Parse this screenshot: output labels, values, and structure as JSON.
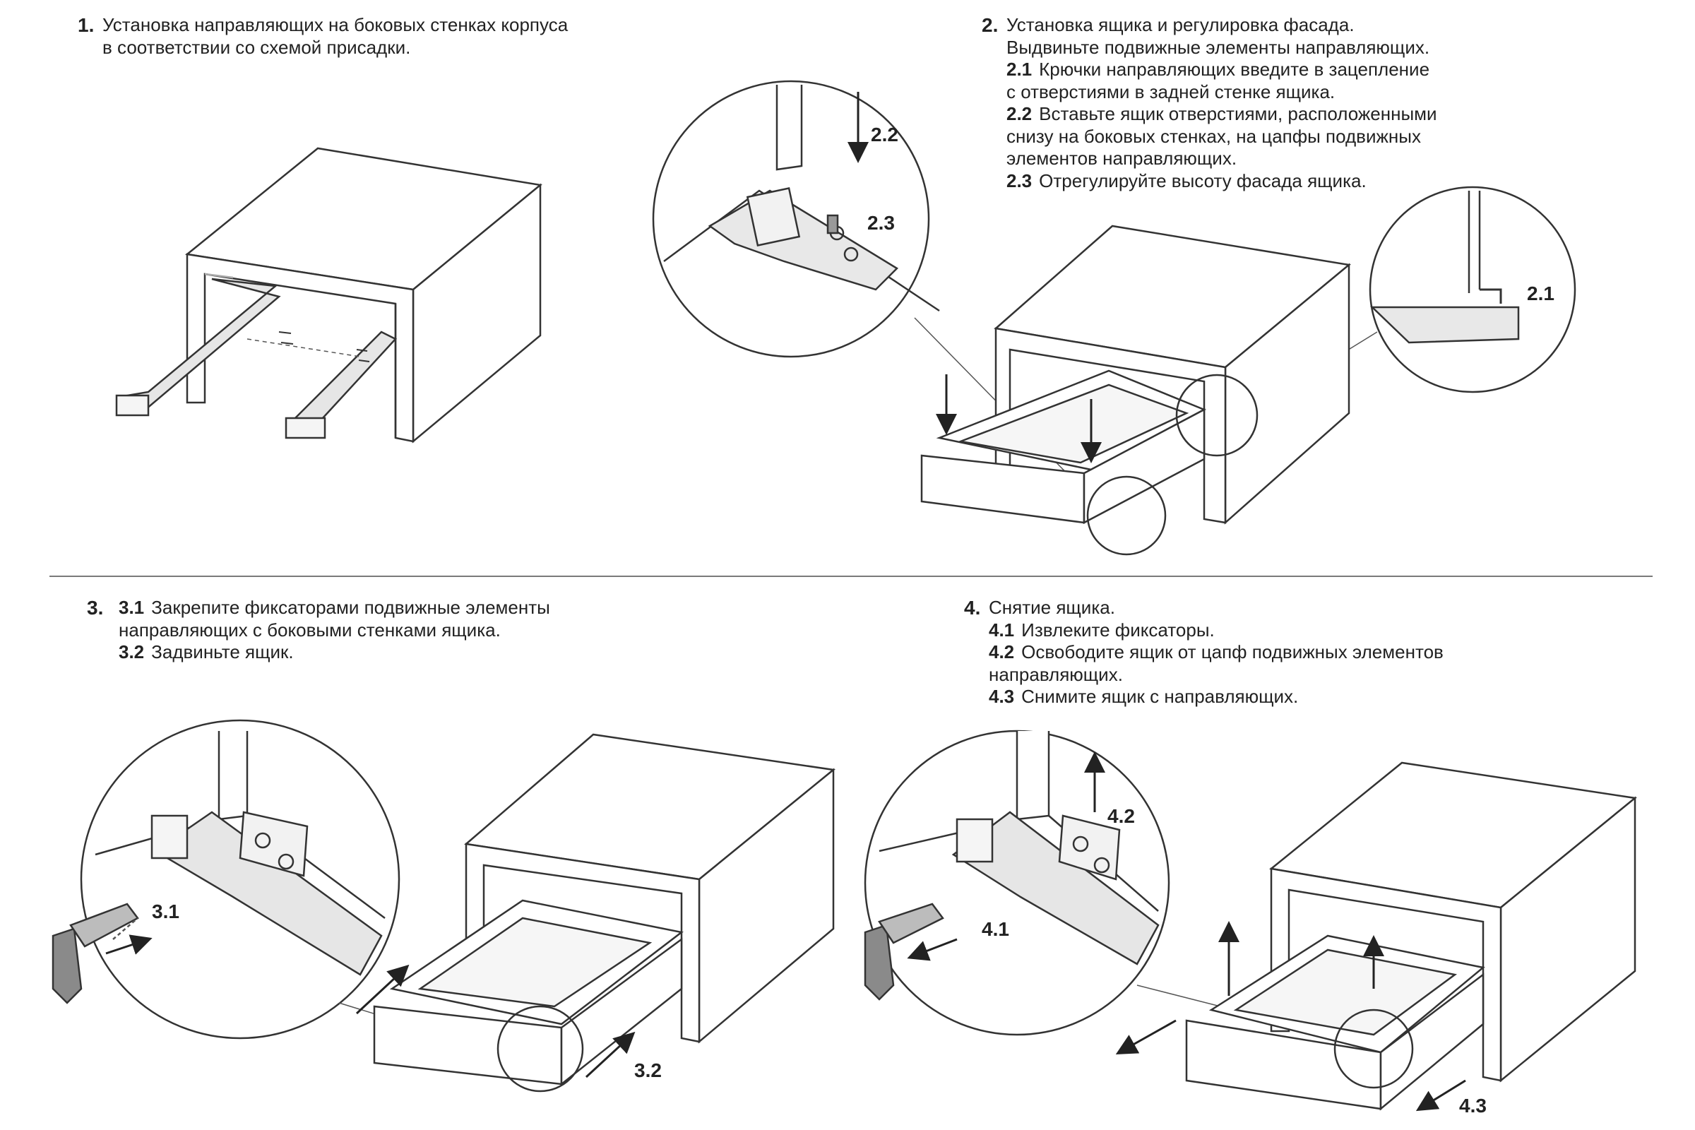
{
  "step1": {
    "number": "1.",
    "lines": [
      {
        "sub": "",
        "text": "Установка направляющих на боковых стенках корпуса"
      },
      {
        "sub": "",
        "text": "в соответствии со схемой присадки."
      }
    ]
  },
  "step2": {
    "number": "2.",
    "lines": [
      {
        "sub": "",
        "text": "Установка ящика и регулировка фасада."
      },
      {
        "sub": "",
        "text": "Выдвиньте подвижные элементы направляющих."
      },
      {
        "sub": "2.1",
        "text": "Крючки направляющих введите в зацепление"
      },
      {
        "sub": "",
        "text": "с отверстиями в задней стенке ящика."
      },
      {
        "sub": "2.2",
        "text": "Вставьте ящик отверстиями, расположенными"
      },
      {
        "sub": "",
        "text": "снизу на боковых стенках, на цапфы подвижных"
      },
      {
        "sub": "",
        "text": "элементов направляющих."
      },
      {
        "sub": "2.3",
        "text": "Отрегулируйте высоту фасада ящика."
      }
    ]
  },
  "step3": {
    "number": "3.",
    "lines": [
      {
        "sub": "3.1",
        "text": "Закрепите фиксаторами подвижные элементы"
      },
      {
        "sub": "",
        "text": "направляющих с боковыми стенками ящика."
      },
      {
        "sub": "3.2",
        "text": "Задвиньте ящик."
      }
    ]
  },
  "step4": {
    "number": "4.",
    "lines": [
      {
        "sub": "",
        "text": "Снятие ящика."
      },
      {
        "sub": "4.1",
        "text": "Извлеките фиксаторы."
      },
      {
        "sub": "4.2",
        "text": "Освободите ящик от цапф подвижных элементов"
      },
      {
        "sub": "",
        "text": "направляющих."
      },
      {
        "sub": "4.3",
        "text": "Снимите ящик с направляющих."
      }
    ]
  },
  "callouts": {
    "c22": "2.2",
    "c23": "2.3",
    "c21": "2.1",
    "c31": "3.1",
    "c32": "3.2",
    "c41": "4.1",
    "c42": "4.2",
    "c43": "4.3"
  }
}
